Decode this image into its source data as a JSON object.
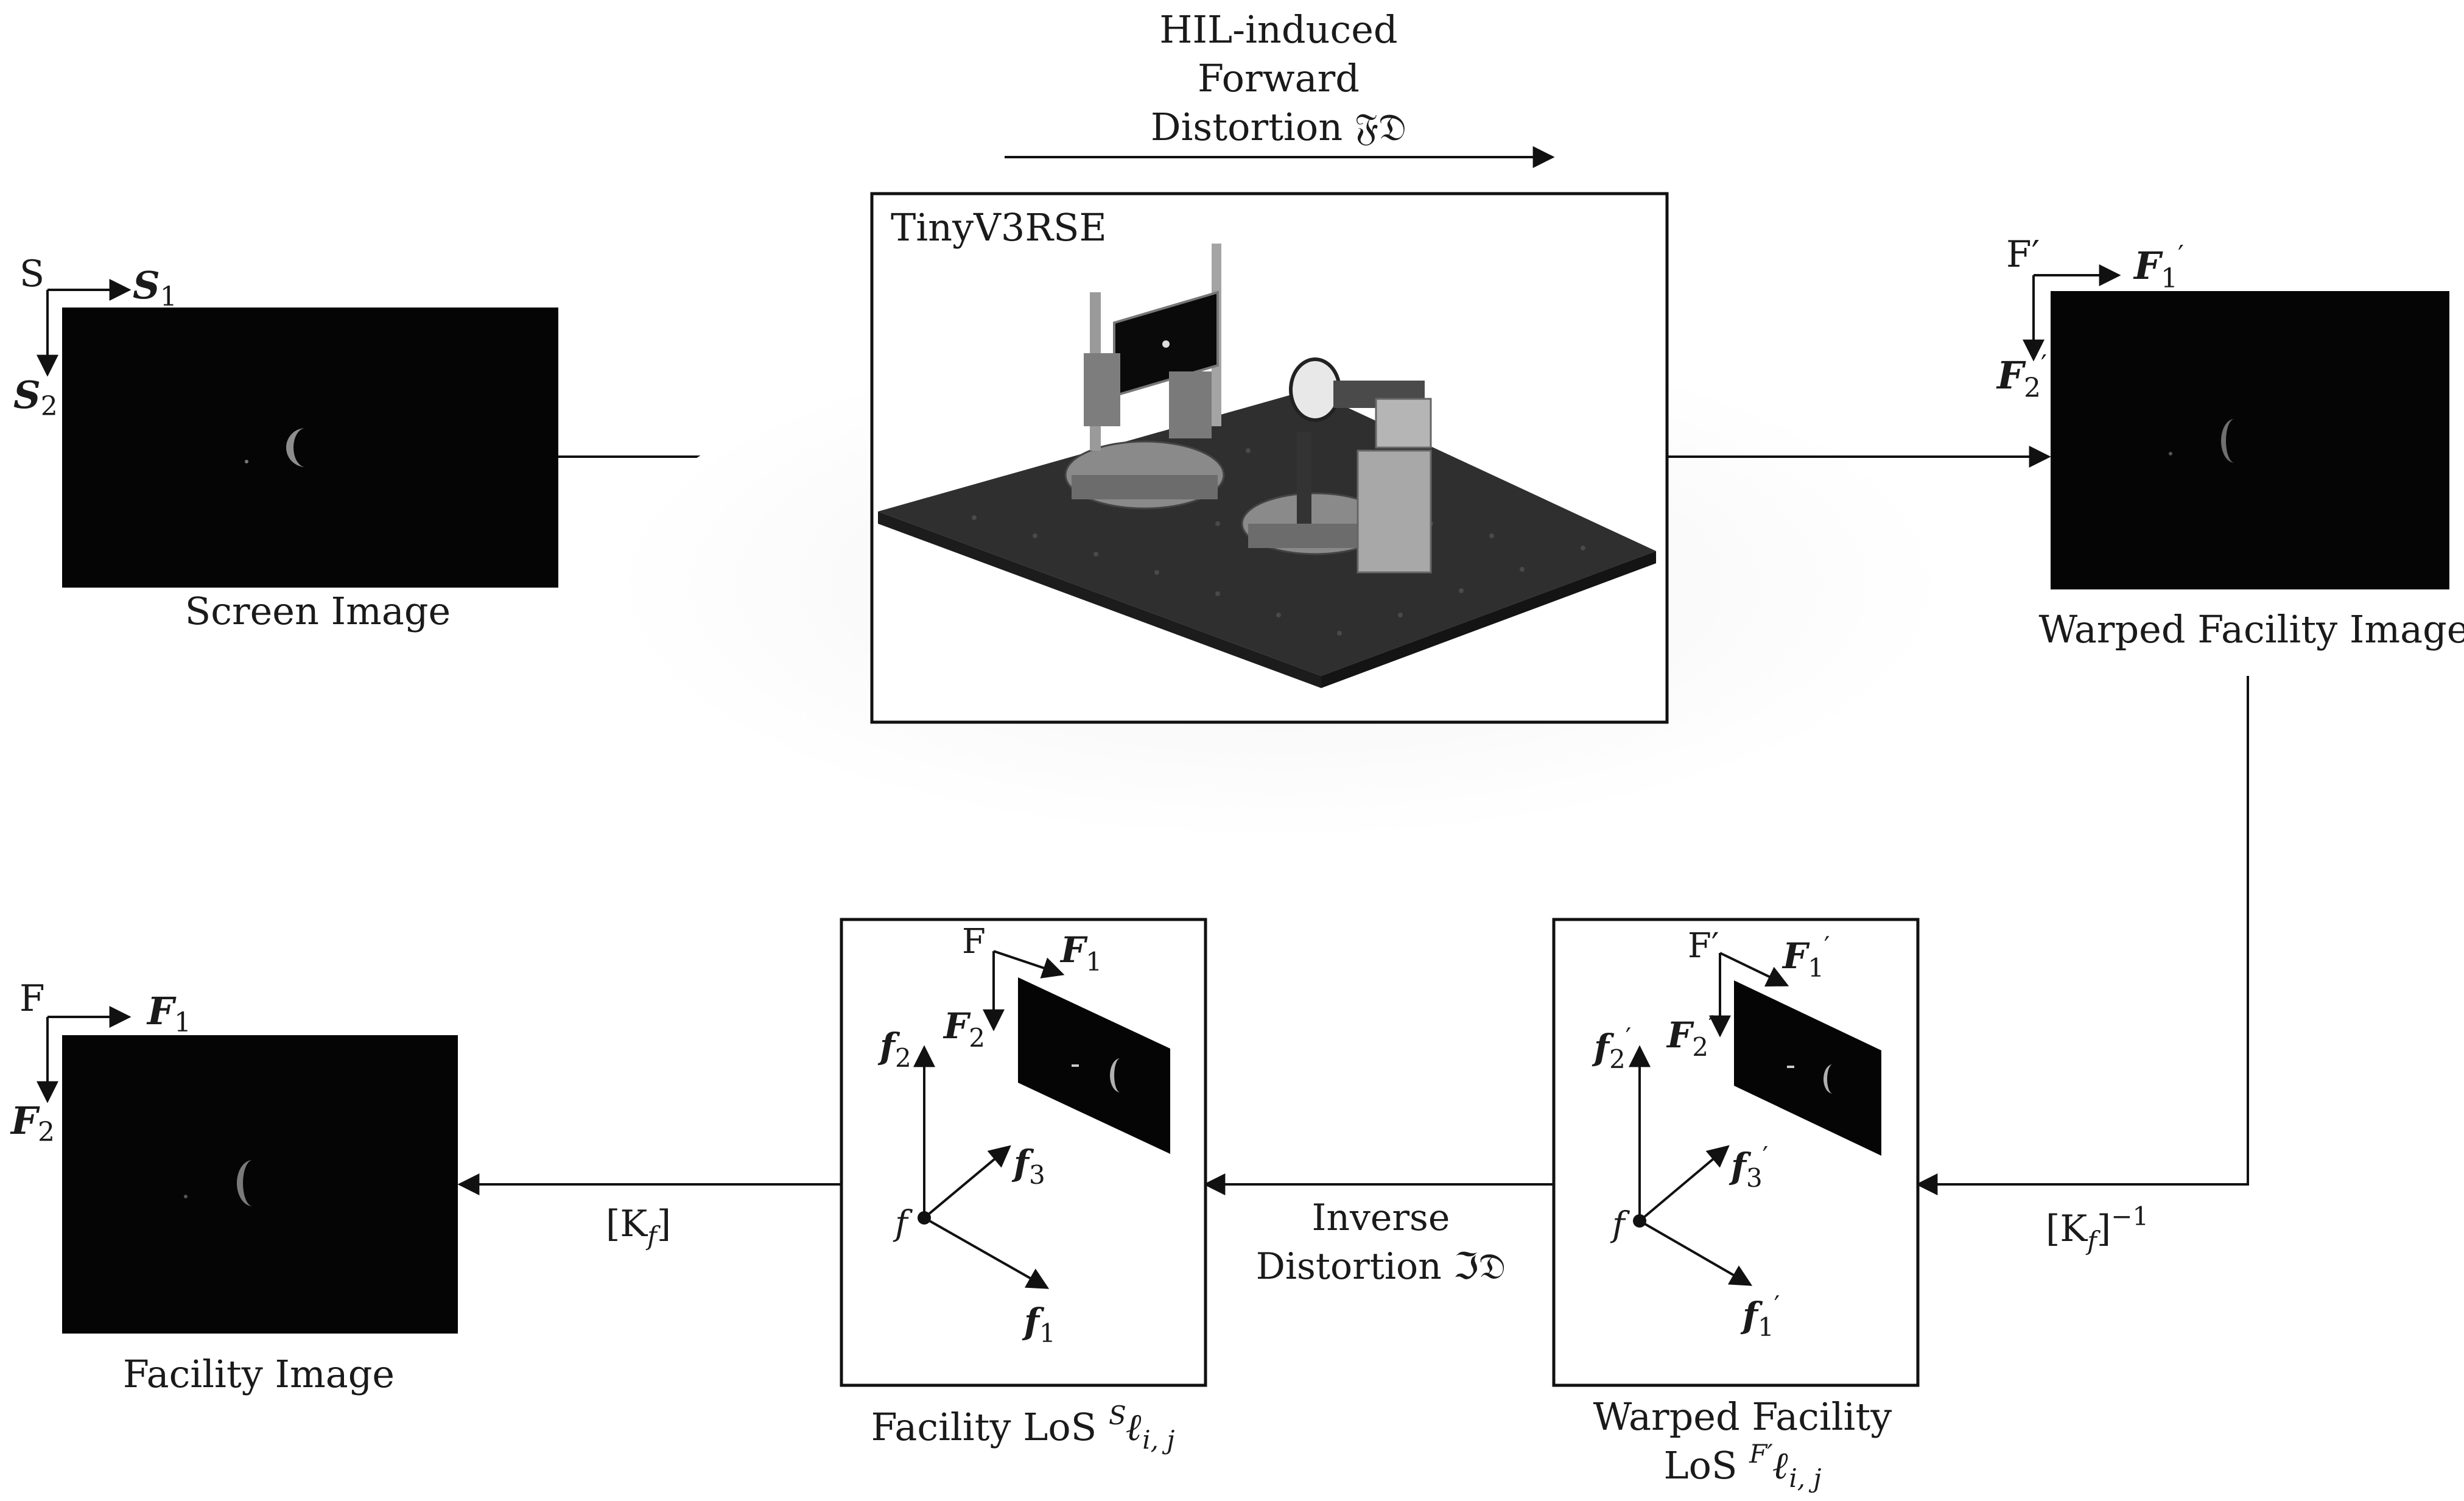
{
  "top_label": {
    "line1": "HIL-induced",
    "line2": "Forward",
    "line3": "Distortion 𝔉𝔇"
  },
  "rig_box": {
    "title": "TinyV3RSE"
  },
  "screen_image": {
    "caption": "Screen Image",
    "frame": {
      "origin": "S",
      "axis1": "S",
      "axis1_sub": "1",
      "axis2": "S",
      "axis2_sub": "2"
    }
  },
  "warped_facility_image": {
    "caption": "Warped Facility Image",
    "frame": {
      "origin": "F′",
      "axis1": "F",
      "axis1_sub": "1",
      "axis1_prime": "′",
      "axis2": "F",
      "axis2_sub": "2",
      "axis2_prime": "′"
    }
  },
  "facility_image": {
    "caption": "Facility Image",
    "frame": {
      "origin": "F",
      "axis1": "F",
      "axis1_sub": "1",
      "axis2": "F",
      "axis2_sub": "2"
    }
  },
  "facility_los": {
    "caption_text": "Facility LoS ",
    "caption_sup": "S",
    "caption_sym": "ℓ",
    "caption_sub": "i, j",
    "frame": {
      "origin": "F",
      "axis1": "F",
      "axis1_sub": "1",
      "axis2": "F",
      "axis2_sub": "2"
    },
    "axes": {
      "origin": "f",
      "a1": "f",
      "a1_sub": "1",
      "a2": "f",
      "a2_sub": "2",
      "a3": "f",
      "a3_sub": "3"
    }
  },
  "warped_facility_los": {
    "caption_line1": "Warped Facility",
    "caption_text": "LoS ",
    "caption_sup": "F′",
    "caption_sym": "ℓ",
    "caption_sub": "i, j",
    "frame": {
      "origin": "F′",
      "axis1": "F",
      "axis1_sub": "1",
      "axis2": "F",
      "axis2_sub": "2",
      "prime": "′"
    },
    "axes": {
      "origin": "f",
      "a1": "f",
      "a1_sub": "1",
      "a2": "f",
      "a2_sub": "2",
      "a3": "f",
      "a3_sub": "3",
      "prime": "′"
    }
  },
  "edges": {
    "kf_inverse": {
      "open": "[K",
      "sub": "f",
      "close": "]",
      "sup": "−1"
    },
    "kf": {
      "open": "[K",
      "sub": "f",
      "close": "]"
    },
    "inverse_distortion_line1": "Inverse",
    "inverse_distortion_line2": "Distortion ℑ𝔇"
  },
  "colors": {
    "line": "#111111",
    "image_bg": "#050505",
    "crescent": "#9a9a9a",
    "plate": "#2b2b2b"
  }
}
